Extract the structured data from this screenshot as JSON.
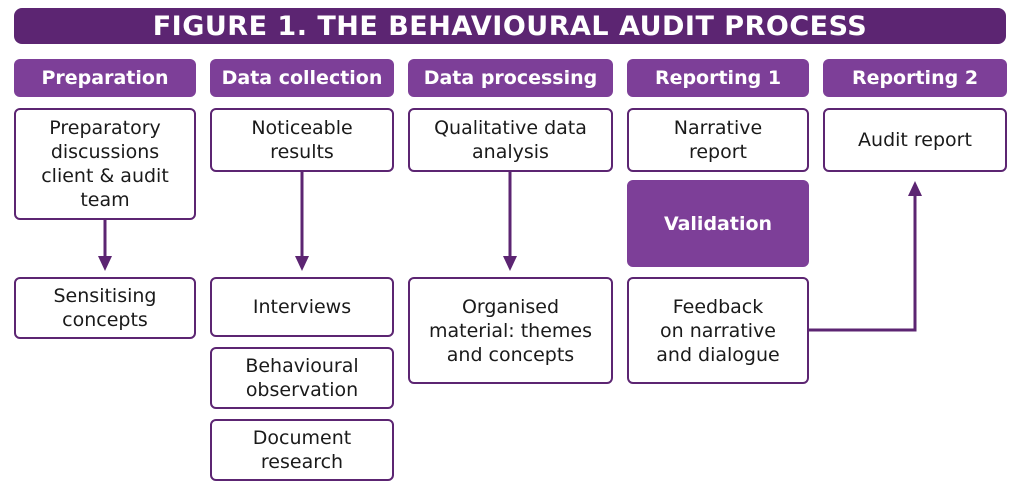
{
  "title": "FIGURE 1. THE BEHAVIOURAL AUDIT PROCESS",
  "colors": {
    "primary": "#5c2572",
    "secondary": "#7d3f98"
  },
  "columns": [
    {
      "label": "Preparation",
      "boxes": [
        "Preparatory\ndiscussions\nclient & audit\nteam",
        "Sensitising\nconcepts"
      ]
    },
    {
      "label": "Data collection",
      "boxes": [
        "Noticeable\nresults",
        "Interviews",
        "Behavioural\nobservation",
        "Document\nresearch"
      ]
    },
    {
      "label": "Data processing",
      "boxes": [
        "Qualitative data\nanalysis",
        "Organised\nmaterial: themes\nand concepts"
      ]
    },
    {
      "label": "Reporting 1",
      "boxes": [
        "Narrative\nreport",
        "Validation",
        "Feedback\non narrative\nand dialogue"
      ]
    },
    {
      "label": "Reporting 2",
      "boxes": [
        "Audit report"
      ]
    }
  ]
}
